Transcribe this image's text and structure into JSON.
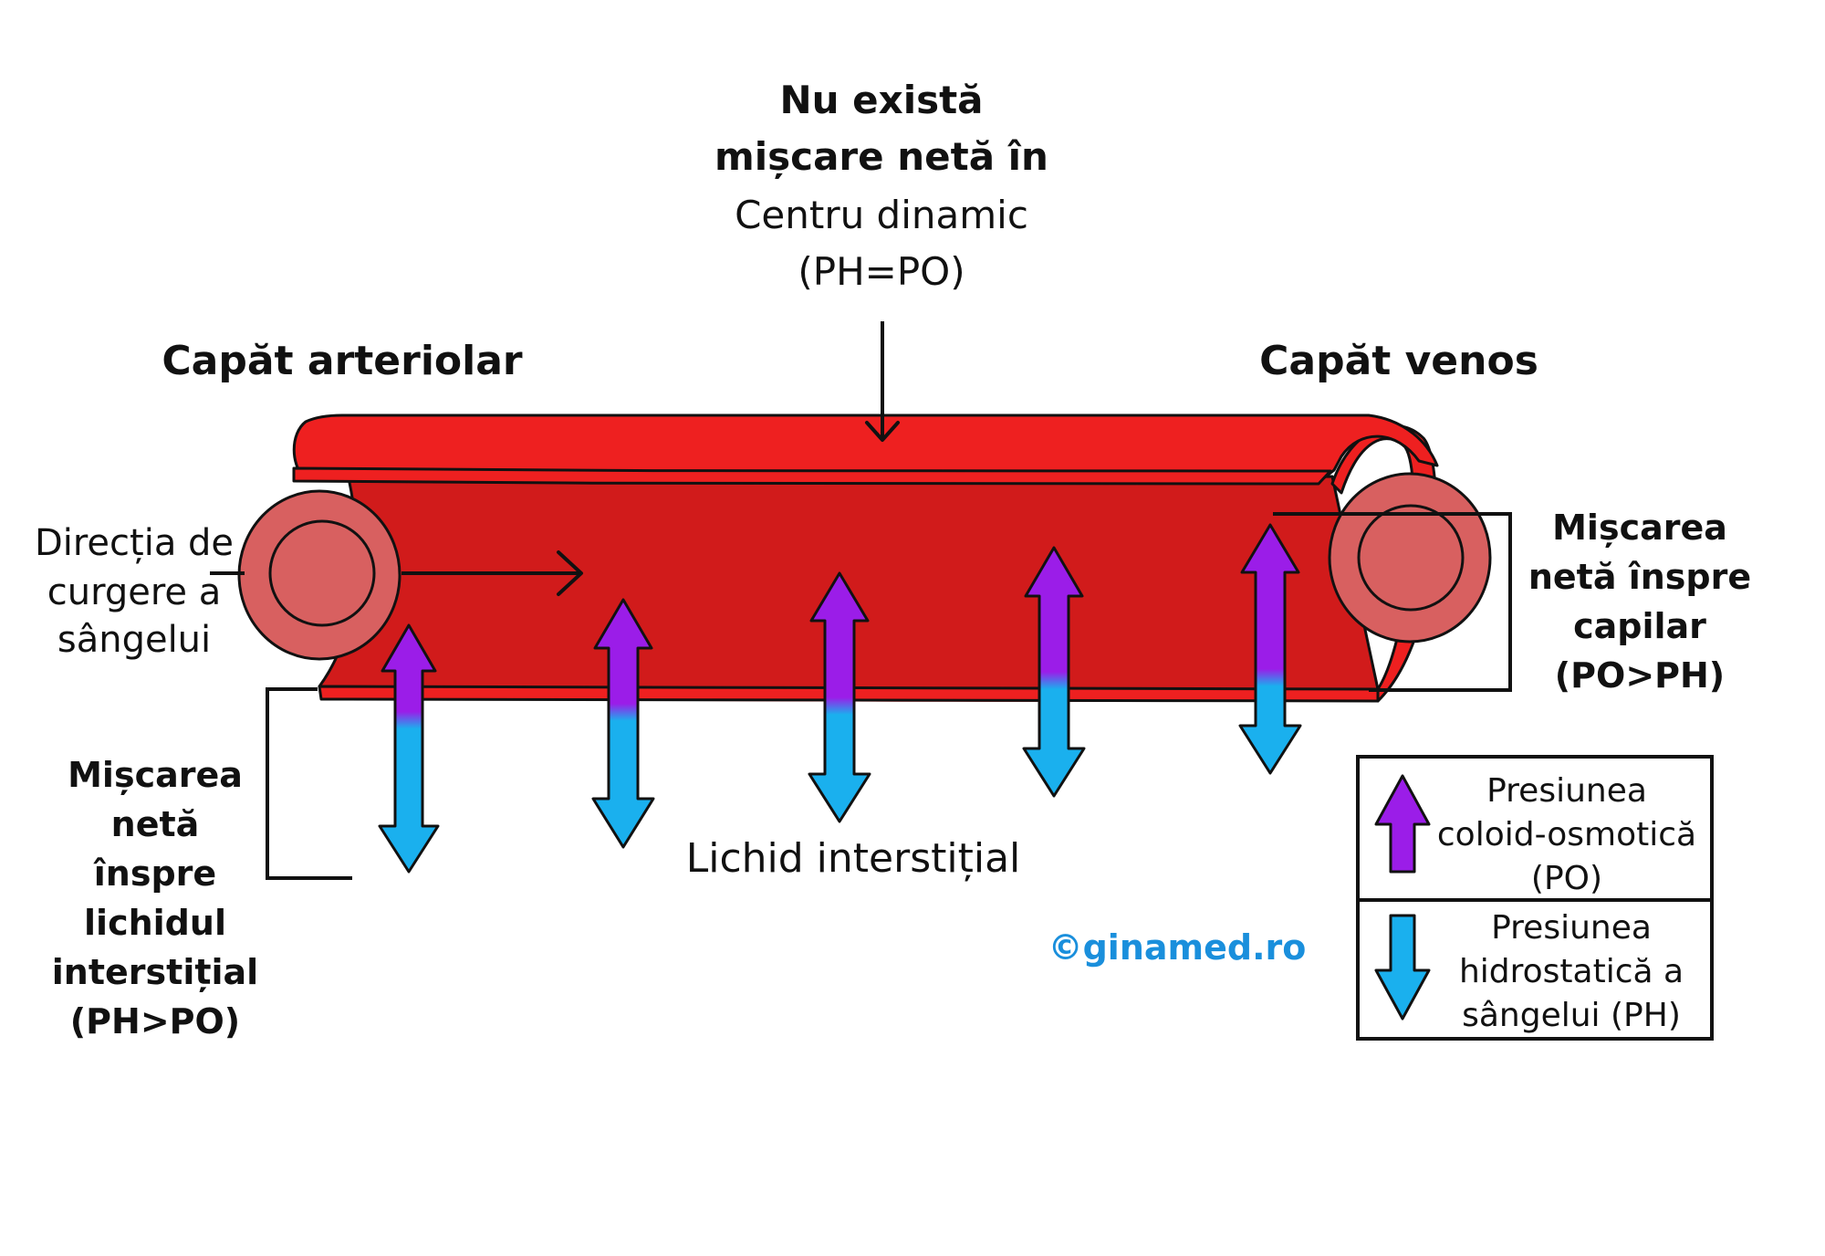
{
  "top_note": {
    "line1": "Nu există",
    "line2": "mișcare netă în",
    "line3": "Centru dinamic",
    "line4": "(PH=PO)"
  },
  "labels": {
    "arterial_end": "Capăt arteriolar",
    "venous_end": "Capăt venos",
    "flow_direction": [
      "Direcția de",
      "curgere a",
      "sângelui"
    ],
    "interstitial_fluid": "Lichid interstițial",
    "copyright": "©ginamed.ro"
  },
  "left_net_movement": [
    "Mișcarea",
    "netă",
    "înspre",
    "lichidul",
    "interstițial",
    "(PH>PO)"
  ],
  "right_net_movement": [
    "Mișcarea",
    "netă înspre",
    "capilar",
    "(PO>PH)"
  ],
  "pressure_arrows": [
    {
      "purple_fraction": 0.35
    },
    {
      "purple_fraction": 0.42
    },
    {
      "purple_fraction": 0.5
    },
    {
      "purple_fraction": 0.5
    },
    {
      "purple_fraction": 0.58
    }
  ],
  "legend": {
    "oncotic": [
      "Presiunea",
      "coloid-osmotică",
      "(PO)"
    ],
    "hydrostatic": [
      "Presiunea",
      "hidrostatică a",
      "sângelui (PH)"
    ]
  },
  "colors": {
    "vessel_top": "#ee2020",
    "vessel_body": "#d11b1b",
    "vessel_cross_section": "#d86060",
    "purple": "#9b1de8",
    "blue": "#1ab0ee",
    "copyright": "#1a8fdc",
    "outline": "#111111"
  }
}
